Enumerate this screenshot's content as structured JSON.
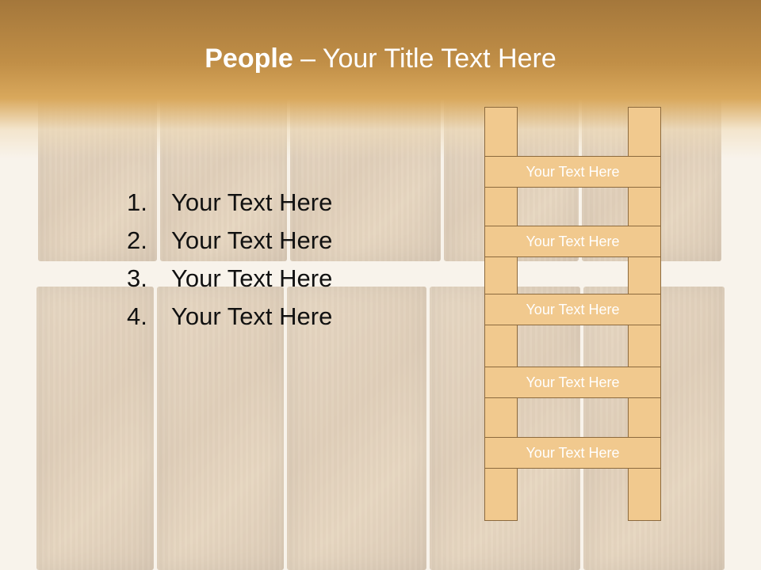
{
  "title": {
    "bold": "People",
    "rest": " – Your Title Text Here"
  },
  "list": [
    {
      "number": "1.",
      "text": "Your Text Here"
    },
    {
      "number": "2.",
      "text": "Your Text Here"
    },
    {
      "number": "3.",
      "text": "Your Text Here"
    },
    {
      "number": "4.",
      "text": "Your Text Here"
    }
  ],
  "ladder": {
    "rungs": [
      "Your Text Here",
      "Your Text Here",
      "Your Text Here",
      "Your Text Here",
      "Your Text Here"
    ]
  },
  "colors": {
    "title_band": "#c18f47",
    "ladder_fill": "#f1c98e",
    "ladder_border": "#8c6a3e",
    "list_text": "#111111",
    "title_text": "#ffffff"
  }
}
